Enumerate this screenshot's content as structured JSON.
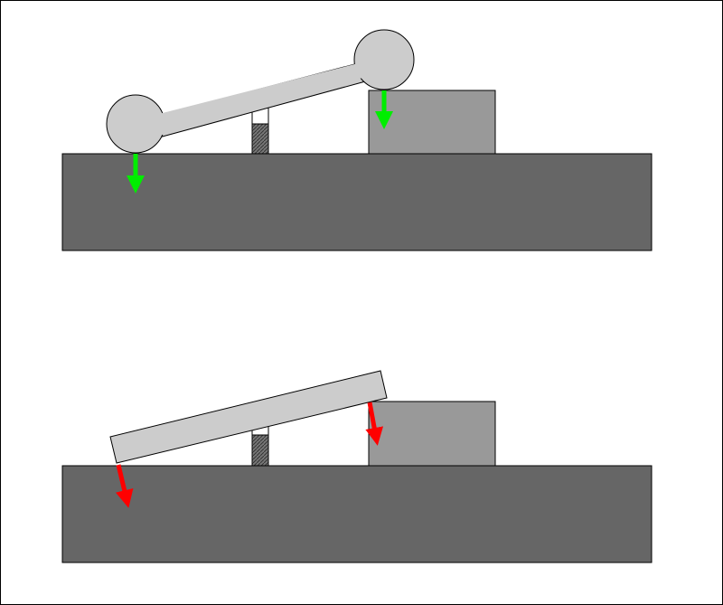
{
  "diagram": {
    "panels": [
      {
        "name": "clamp-with-swivel-pads",
        "force_color": "#00ee00",
        "arrows": [
          "left-pad-force",
          "right-pad-force"
        ]
      },
      {
        "name": "clamp-flat-bar",
        "force_color": "#ff0000",
        "arrows": [
          "left-edge-force",
          "right-edge-force"
        ]
      }
    ],
    "colors": {
      "border": "#000000",
      "table": "#666666",
      "block": "#999999",
      "clamp": "#cccccc",
      "stud_light": "#ffffff",
      "stud_thread": "#555555"
    }
  }
}
